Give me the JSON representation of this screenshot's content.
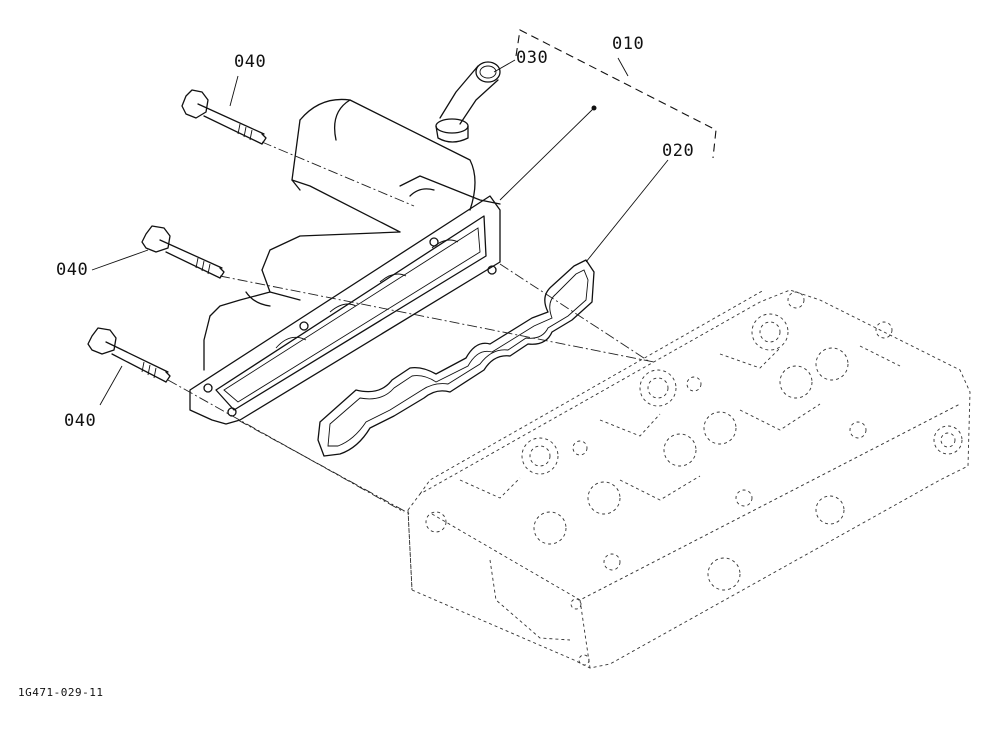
{
  "callouts": {
    "assembly": "010",
    "gasket": "020",
    "elbow_pipe": "030",
    "bolt_top": "040",
    "bolt_middle": "040",
    "bolt_bottom": "040"
  },
  "drawing_id": "1G471-029-11",
  "colors": {
    "ink": "#111111",
    "paper": "#ffffff"
  }
}
